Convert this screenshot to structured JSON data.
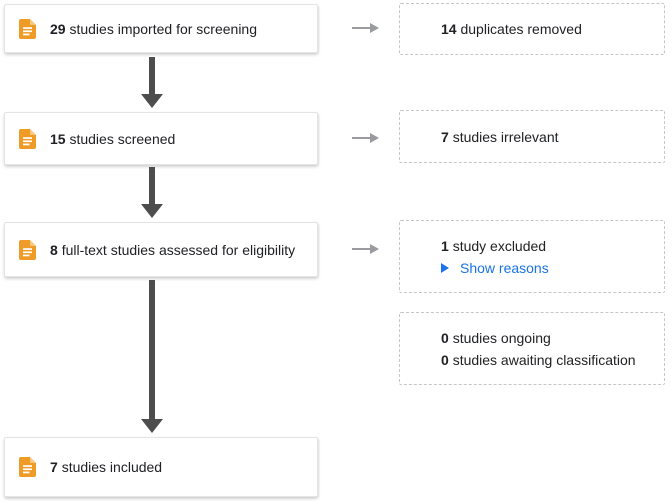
{
  "diagram": {
    "title": "study-screening-flow",
    "left_boxes": {
      "imported": {
        "count": "29",
        "text": "studies imported for screening"
      },
      "screened": {
        "count": "15",
        "text": "studies screened"
      },
      "fulltext": {
        "count": "8",
        "text": "full-text studies assessed for eligibility"
      },
      "included": {
        "count": "7",
        "text": "studies included"
      }
    },
    "right_boxes": {
      "duplicates": {
        "count": "14",
        "text": "duplicates removed"
      },
      "irrelevant": {
        "count": "7",
        "text": "studies irrelevant"
      },
      "excluded": {
        "count": "1",
        "text": "study excluded",
        "link_label": "Show reasons"
      },
      "ongoing": {
        "count": "0",
        "text": "studies ongoing"
      },
      "awaiting": {
        "count": "0",
        "text": "studies awaiting classification"
      }
    },
    "icons": {
      "document": "document-icon",
      "expand": "play-triangle-icon",
      "down_arrow": "down-arrow",
      "right_arrow": "right-arrow"
    },
    "colors": {
      "doc_icon_orange": "#EF9B28",
      "doc_icon_fold": "#F7C97E",
      "link_blue": "#1A73E8",
      "dark_arrow": "#4D4D4D",
      "light_arrow": "#999B9E",
      "card_border": "#E3E4E6",
      "dashed_border": "#C6C6C6",
      "text": "#202124",
      "background": "#FFFFFF"
    }
  }
}
